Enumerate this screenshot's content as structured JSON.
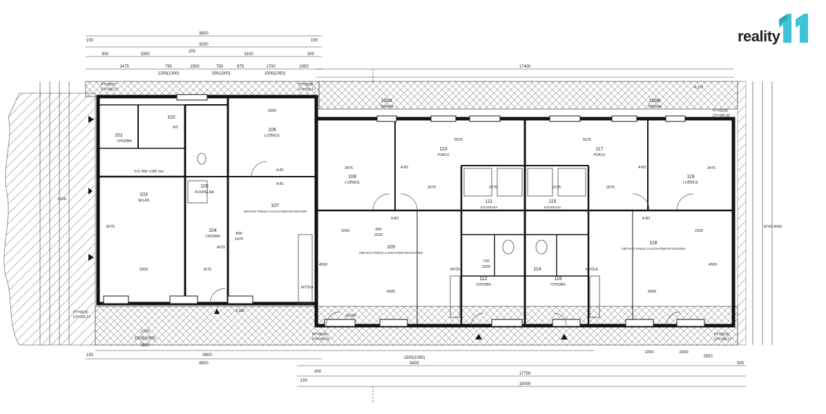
{
  "logo": {
    "text": "reality",
    "mark": "11",
    "accent": "#3fc3d6"
  },
  "top_dims": [
    "9500",
    "150",
    "9200",
    "150",
    "300",
    "3300",
    "200",
    "3100",
    "300",
    "2475",
    "750",
    "1500",
    "750",
    "975",
    "1700",
    "1050",
    "1250(1300)",
    "250(1300)",
    "1500(1050)",
    "17400"
  ],
  "bottom_dims": [
    "1700",
    "1500(1050)",
    "3500",
    "5600",
    "150",
    "8900",
    "2550",
    "1000",
    "2400",
    "8400",
    "17700",
    "18000",
    "1500(1050)",
    "300",
    "500",
    "150"
  ],
  "levels": [
    "PT=99,57",
    "ÚT=100,17",
    "PT=99,88",
    "ÚT=100,17",
    "PT=99,55",
    "ÚT=100,17",
    "PT=99,84",
    "ÚT=100,32",
    "PT=99,80",
    "ÚT=100,32",
    "PT=99,60",
    "ÚT=100,17",
    "±0,000",
    "-0,170",
    "-0,020"
  ],
  "rooms": [
    {
      "num": "101",
      "name": "CHODBA"
    },
    {
      "num": "102",
      "name": ""
    },
    {
      "num": "103",
      "name": "SKLAD"
    },
    {
      "num": "104",
      "name": "CHODBA"
    },
    {
      "num": "105",
      "name": "KOUPELNA"
    },
    {
      "num": "106",
      "name": "LOŽNICE"
    },
    {
      "num": "107",
      "name": "OBÝVACÍ POKOJ S KUCHYŇSKÝM KOUTEM"
    },
    {
      "num": "100A",
      "name": "TERASA"
    },
    {
      "num": "108",
      "name": "LOŽNICE"
    },
    {
      "num": "109",
      "name": "OBÝVACÍ POKOJ S KUCHYŇSKÝM KOUTEM"
    },
    {
      "num": "110",
      "name": "POKOJ"
    },
    {
      "num": "111",
      "name": "KOUPELNA"
    },
    {
      "num": "112",
      "name": "CHODBA"
    },
    {
      "num": "114",
      "name": ""
    },
    {
      "num": "115",
      "name": "KOUPELNA"
    },
    {
      "num": "116",
      "name": "CHODBA"
    },
    {
      "num": "117",
      "name": "POKOJ"
    },
    {
      "num": "118",
      "name": "OBÝVACÍ POKOJ S KUCHYŇSKÝM KOUTEM"
    },
    {
      "num": "119",
      "name": "LOŽNICE"
    },
    {
      "num": "100B",
      "name": "TERASA"
    }
  ],
  "inner_dims": [
    "3300",
    "5075",
    "5075",
    "2275",
    "2275",
    "3475",
    "3475",
    "2675",
    "2675",
    "2200",
    "2200",
    "6000",
    "6000",
    "4500",
    "4500",
    "8275",
    "4075",
    "3300",
    "1675",
    "8100",
    "8700",
    "9000",
    "900",
    "2020",
    "800",
    "1970",
    "700",
    "2020"
  ],
  "window_note": "V.O. 800~1300 mm",
  "doors": [
    "A-B1",
    "A-B1",
    "A-B2",
    "A-B2",
    "A-B3",
    "A-B3"
  ],
  "marks": [
    "WC",
    "MYČKA",
    "MYČKA",
    "MYČKA"
  ]
}
